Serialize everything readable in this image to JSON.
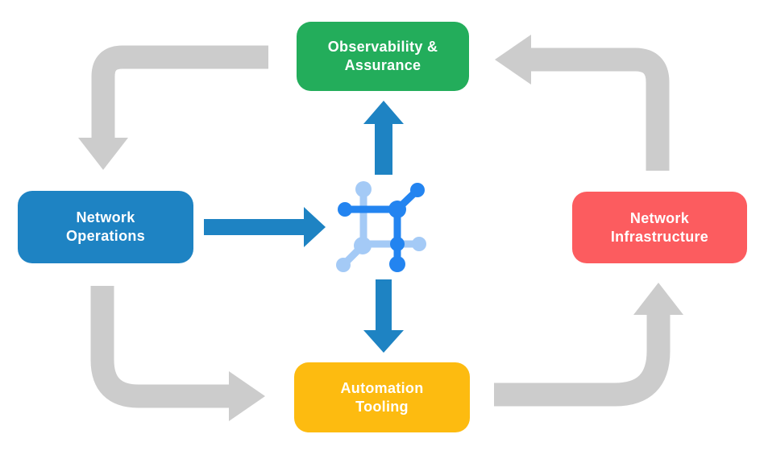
{
  "diagram_title": "Network automation closed-loop diagram",
  "colors": {
    "background": "#ffffff",
    "arrow_gray": "#cccccc",
    "arrow_blue": "#1e83c3",
    "node_observability": "#23ad5b",
    "node_operations": "#1e83c3",
    "node_infrastructure": "#fc5c5f",
    "node_tooling": "#fdbb10",
    "icon_dark_blue": "#2384f0",
    "icon_light_blue": "#a4caf6",
    "label_text": "#ffffff"
  },
  "nodes": {
    "observability": {
      "label": "Observability &\nAssurance"
    },
    "operations": {
      "label": "Network\nOperations"
    },
    "infrastructure": {
      "label": "Network\nInfrastructure"
    },
    "tooling": {
      "label": "Automation\nTooling"
    }
  },
  "icon": {
    "name": "network-mesh-icon"
  },
  "flows": [
    {
      "from": "Observability & Assurance",
      "to": "Network Operations",
      "style": "gray"
    },
    {
      "from": "Network Infrastructure",
      "to": "Observability & Assurance",
      "style": "gray"
    },
    {
      "from": "Network Operations",
      "to": "Automation Tooling",
      "style": "gray"
    },
    {
      "from": "Automation Tooling",
      "to": "Network Infrastructure",
      "style": "gray"
    },
    {
      "from": "Network Operations",
      "to": "network-mesh-icon",
      "style": "blue"
    },
    {
      "from": "network-mesh-icon",
      "to": "Observability & Assurance",
      "style": "blue"
    },
    {
      "from": "network-mesh-icon",
      "to": "Automation Tooling",
      "style": "blue"
    }
  ]
}
